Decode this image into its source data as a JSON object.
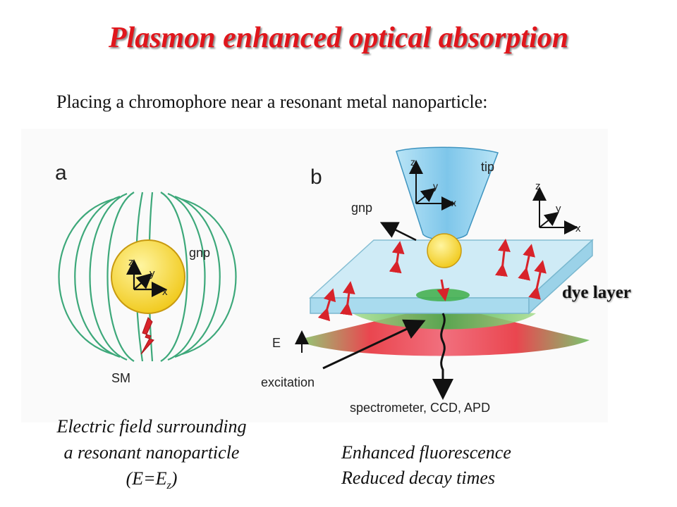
{
  "title": "Plasmon enhanced optical absorption",
  "subtitle": "Placing a chromophore near a resonant metal nanoparticle:",
  "panel_a": {
    "letter": "a",
    "gnp_label": "gnp",
    "sm_label": "SM",
    "axis_z": "z",
    "axis_y": "y",
    "axis_x": "x"
  },
  "panel_b": {
    "letter": "b",
    "tip_label": "tip",
    "gnp_label": "gnp",
    "e_label": "E",
    "excitation_label": "excitation",
    "detector_label": "spectrometer, CCD, APD",
    "axis_z": "z",
    "axis_y": "y",
    "axis_x": "x"
  },
  "dye_layer_label": "dye layer",
  "caption_left": {
    "line1": "Electric field surrounding",
    "line2": "a resonant nanoparticle",
    "line3_prefix": "(E=E",
    "line3_sub": "z",
    "line3_suffix": ")"
  },
  "caption_right": {
    "line1": "Enhanced fluorescence",
    "line2": "Reduced decay times"
  },
  "colors": {
    "title": "#e0161c",
    "field_lines": "#3da87a",
    "particle": "#f2d21a",
    "dipole_arrow": "#d8232a",
    "tip": "#8ed0ee",
    "layer": "#bfe6f3",
    "cone_green": "#5cc05a",
    "cone_red": "#e8323c"
  }
}
